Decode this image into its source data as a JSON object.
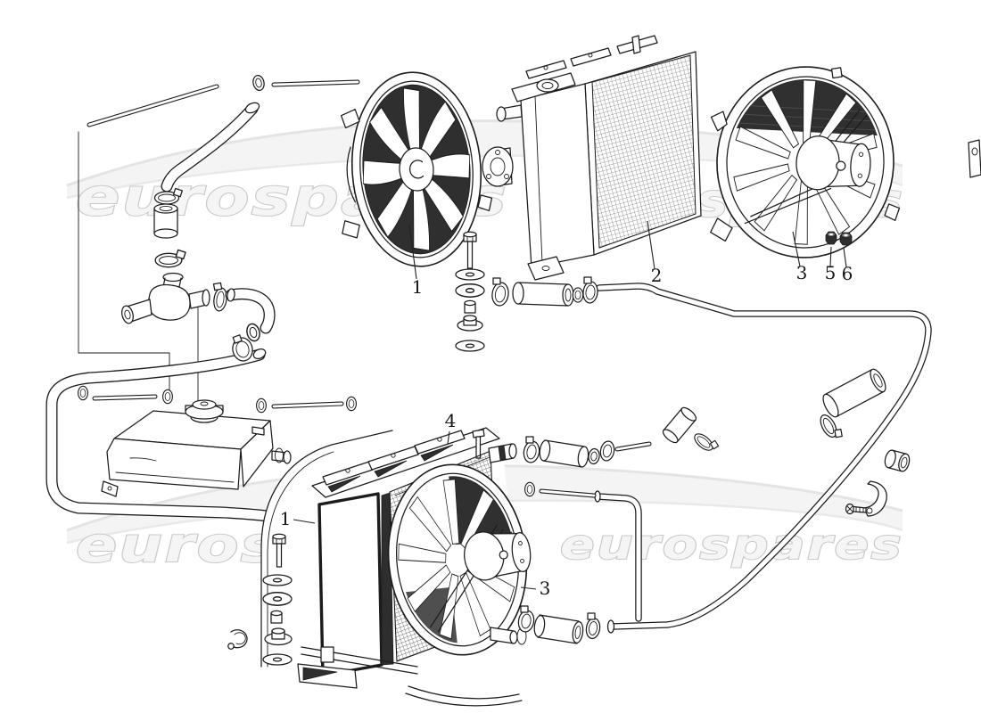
{
  "page": {
    "title": "Radiator and water system - exploded parts diagram",
    "background": "#ffffff",
    "line_color": "#1c1c1c",
    "shade_color": "#2e2e2e"
  },
  "watermark": {
    "text": "eurospares",
    "text_fill": "#f5f5f5",
    "text_outline": "#c9c9c9",
    "swoosh_color": "#e9e9e9",
    "instances": [
      {
        "row": "top",
        "side": "left"
      },
      {
        "row": "top",
        "side": "right"
      },
      {
        "row": "bottom",
        "side": "left"
      },
      {
        "row": "bottom",
        "side": "right"
      }
    ]
  },
  "callouts": [
    {
      "label": "1",
      "part": "electric cooling fan (upper assembly)"
    },
    {
      "label": "2",
      "part": "radiator (upper assembly)"
    },
    {
      "label": "3",
      "part": "fan and motor assembly (upper)"
    },
    {
      "label": "5",
      "part": "self-locking nut"
    },
    {
      "label": "6",
      "part": "nut"
    },
    {
      "label": "4",
      "part": "radiator top mounting bracket (lower assembly)"
    },
    {
      "label": "1",
      "part": "radiator with shroud (lower assembly)"
    },
    {
      "label": "3",
      "part": "fan and motor assembly (lower)"
    }
  ],
  "components": [
    "radiator",
    "electric cooling fan",
    "fan motor",
    "expansion tank",
    "filler cap",
    "water hoses",
    "hose clamps",
    "three-way water union",
    "rigid water pipes",
    "spacer sleeve",
    "rubber mounting pads",
    "flat washers",
    "hex bolts",
    "circlip",
    "p-clamp bracket",
    "fixing screw",
    "bushing",
    "lock nuts",
    "mounting flange"
  ]
}
